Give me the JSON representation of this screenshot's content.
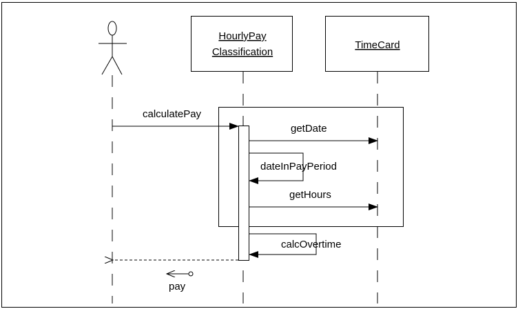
{
  "participants": {
    "hourly_pay_line1": "HourlyPay",
    "hourly_pay_line2": "Classification",
    "timecard": "TimeCard"
  },
  "messages": {
    "calculate_pay": "calculatePay",
    "get_date": "getDate",
    "date_in_pay_period": "dateInPayPeriod",
    "get_hours": "getHours",
    "calc_overtime": "calcOvertime",
    "pay": "pay"
  }
}
